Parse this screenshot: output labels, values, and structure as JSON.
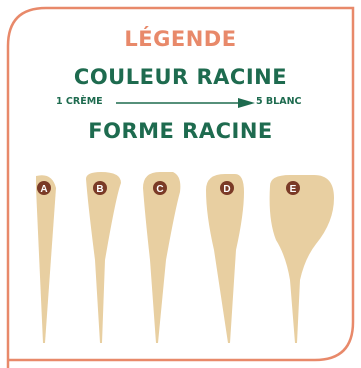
{
  "legend": {
    "title": "LÉGENDE",
    "color_title": "COULEUR RACINE",
    "scale_start": "1 CRÈME",
    "scale_end": "5 BLANC",
    "shape_title": "FORME RACINE"
  },
  "roots": [
    {
      "letter": "A"
    },
    {
      "letter": "B"
    },
    {
      "letter": "C"
    },
    {
      "letter": "D"
    },
    {
      "letter": "E"
    }
  ],
  "colors": {
    "frame": "#e8896a",
    "title": "#e8896a",
    "heading": "#1e6b4f",
    "root": "#e8cfa1",
    "badge": "#7a3a26",
    "badge_text": "#ffffff"
  }
}
